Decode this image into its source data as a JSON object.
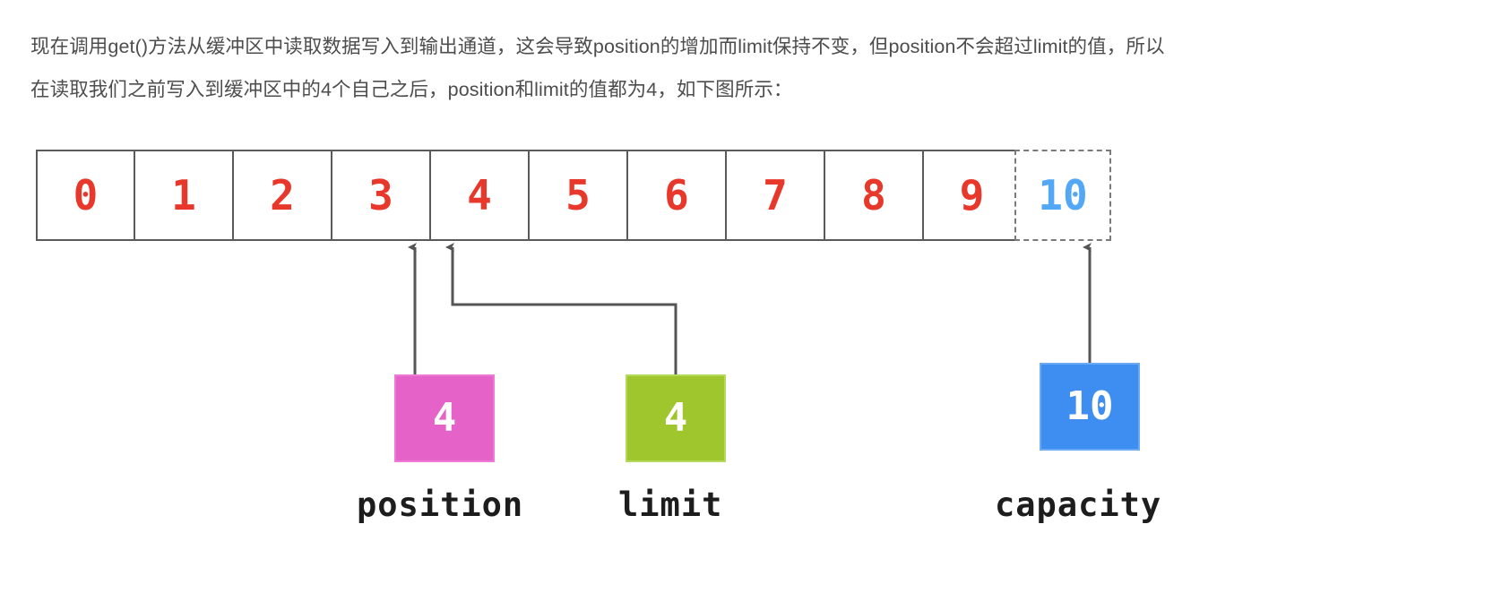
{
  "article": {
    "paragraphs": [
      "现在调用get()方法从缓冲区中读取数据写入到输出通道，这会导致position的增加而limit保持不变，但position不会超过limit的值，所以",
      "在读取我们之前写入到缓冲区中的4个自己之后，position和limit的值都为4，如下图所示："
    ]
  },
  "diagram": {
    "type": "buffer-state",
    "buffer": {
      "cells": [
        "0",
        "1",
        "2",
        "3",
        "4",
        "5",
        "6",
        "7",
        "8",
        "9"
      ],
      "ghost_cell": "10",
      "cell_text_color": "#e8382c",
      "ghost_text_color": "#53a8f5",
      "border_color": "#5a5a5a"
    },
    "markers": [
      {
        "name": "position",
        "value": "4",
        "label": "position",
        "color": "#e563c8",
        "points_to_index": 4
      },
      {
        "name": "limit",
        "value": "4",
        "label": "limit",
        "color": "#9fc72d",
        "points_to_index": 4
      },
      {
        "name": "capacity",
        "value": "10",
        "label": "capacity",
        "color": "#3d8ef0",
        "points_to_index": 10
      }
    ]
  }
}
